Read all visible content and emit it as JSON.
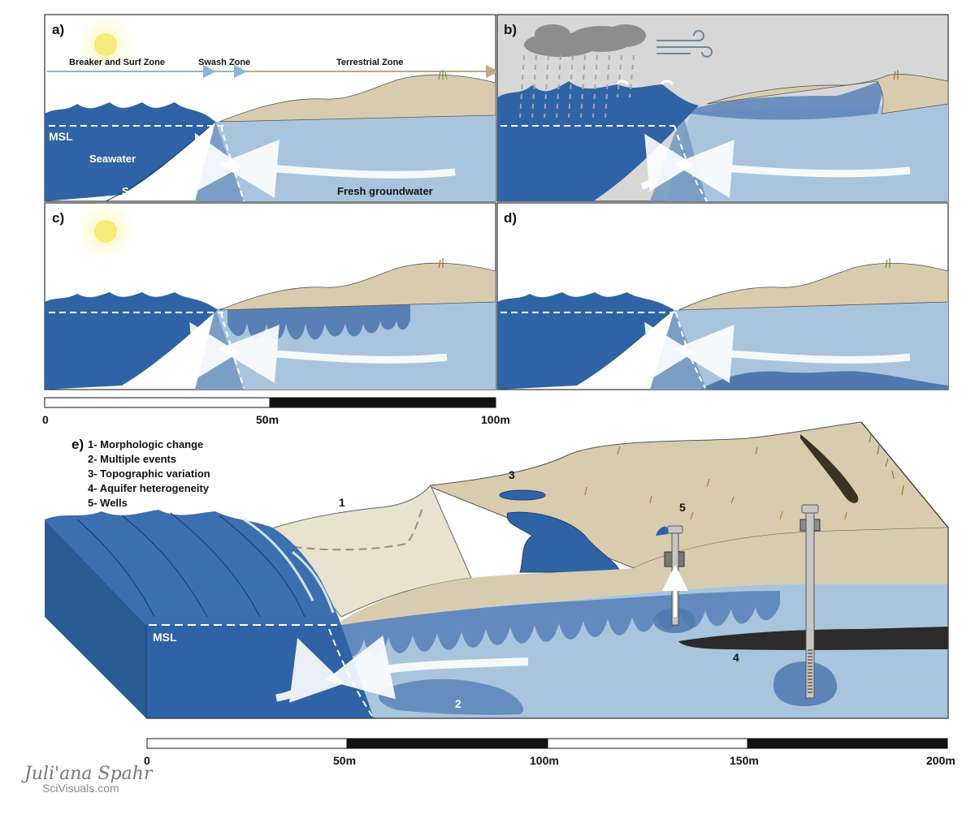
{
  "panels": {
    "a": {
      "letter": "a)",
      "zones": {
        "surf": "Breaker and Surf Zone",
        "swash": "Swash Zone",
        "terrestrial": "Terrestrial Zone"
      },
      "msl": "MSL",
      "seawater": "Seawater",
      "salt_wedge": "Salt wedge",
      "fresh": "Fresh groundwater"
    },
    "b": {
      "letter": "b)"
    },
    "c": {
      "letter": "c)"
    },
    "d": {
      "letter": "d)"
    },
    "e": {
      "letter": "e)",
      "legend": [
        "1- Morphologic change",
        "2- Multiple events",
        "3- Topographic variation",
        "4- Aquifer heterogeneity",
        "5- Wells"
      ],
      "msl": "MSL",
      "markers": [
        "1",
        "2",
        "3",
        "4",
        "5"
      ]
    }
  },
  "scale_top": {
    "ticks": [
      "0",
      "50m",
      "100m"
    ]
  },
  "scale_bottom": {
    "ticks": [
      "0",
      "50m",
      "100m",
      "150m",
      "200m"
    ]
  },
  "credit": {
    "signature": "Juli'ana Spahr",
    "site": "SciVisuals.com"
  },
  "colors": {
    "seawater": "#2f63a6",
    "groundwater": "#a9c5dd",
    "sand": "#d9ccae",
    "storm_sky": "#d7d7d7",
    "sun": "#f7e97a"
  }
}
